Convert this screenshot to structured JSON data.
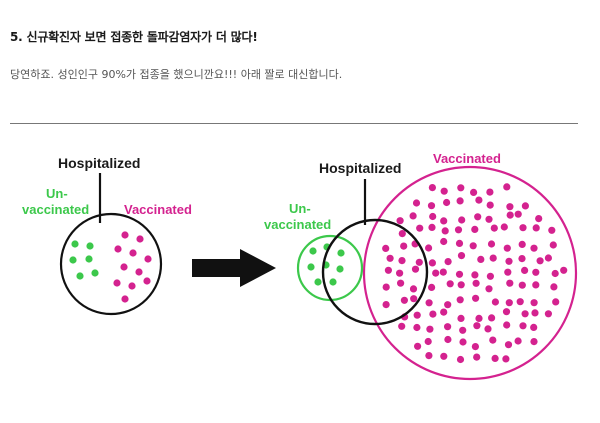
{
  "article": {
    "heading": "5. 신규확진자 보면 접종한 돌파감염자가 더 많다!",
    "paragraph": "당연하죠. 성인인구 90%가 접종을 했으니깐요!!! 아래 짤로 대신합니다."
  },
  "figure": {
    "before": {
      "hospitalized_label": "Hospitalized",
      "unvaccinated_label_line1": "Un-",
      "unvaccinated_label_line2": "vaccinated",
      "vaccinated_label": "Vaccinated"
    },
    "after": {
      "hospitalized_label": "Hospitalized",
      "unvaccinated_label_line1": "Un-",
      "unvaccinated_label_line2": "vaccinated",
      "vaccinated_label": "Vaccinated"
    },
    "arrow_icon": "right-arrow-icon"
  },
  "colors": {
    "unvaccinated": "#3cc84b",
    "vaccinated": "#d4228f",
    "outline": "#111111",
    "text": "#1a1a1a"
  }
}
